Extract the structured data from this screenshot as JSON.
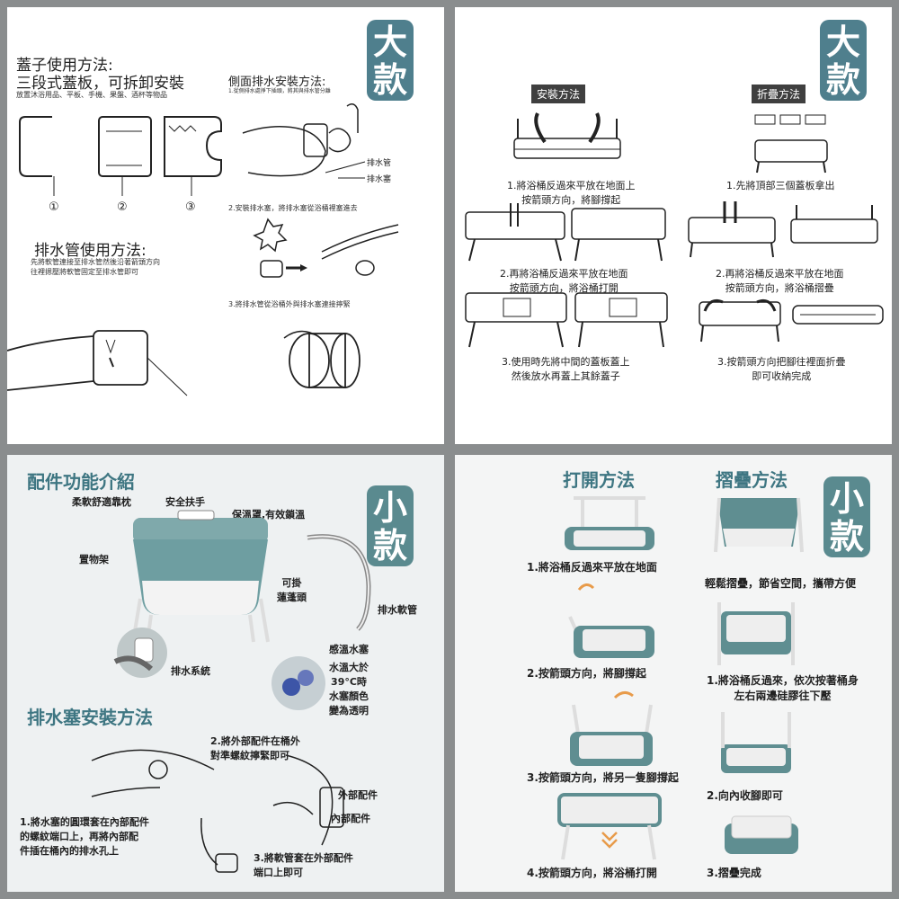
{
  "panel1": {
    "badge": "大\n款",
    "lid_title": "蓋子使用方法:",
    "lid_subtitle": "三段式蓋板，可拆卸安裝",
    "lid_note": "放置沐浴用品、平板、手機、果盤、酒杯等物品",
    "lid_nums": [
      "①",
      "②",
      "③"
    ],
    "drain_title": "側面排水安裝方法:",
    "drain_note": "1.從側排水處掙下插頭，將其與排水管分離",
    "pipe_label": "排水管",
    "plug_label": "排水塞",
    "step2": "2.安裝排水塞，將排水塞從浴桶裡塞進去",
    "step3": "3.將排水管從浴桶外與排水塞連接擰緊",
    "hose_title": "排水管使用方法:",
    "hose_note": "先將軟管連接至排水管然後沿著箭頭方向\n往裡摁壓將軟管固定至排水管即可"
  },
  "panel2": {
    "badge": "大\n款",
    "install_tag": "安裝方法",
    "fold_tag": "折疊方法",
    "install_steps": [
      "1.將浴桶反過來平放在地面上\n按箭頭方向，將腳撐起",
      "2.再將浴桶反過來平放在地面\n按箭頭方向，將浴桶打開",
      "3.使用時先將中間的蓋板蓋上\n然後放水再蓋上其餘蓋子"
    ],
    "fold_steps": [
      "1.先將頂部三個蓋板拿出",
      "2.再將浴桶反過來平放在地面\n按箭頭方向，將浴桶摺疊",
      "3.按箭頭方向把腳往裡面折疊\n即可收納完成"
    ]
  },
  "panel3": {
    "badge": "小\n款",
    "title": "配件功能介紹",
    "labels": {
      "pillow": "柔軟舒適靠枕",
      "handle": "安全扶手",
      "cover": "保溫罩,有效鎖溫",
      "rack": "置物架",
      "shower": "可掛\n蓮蓬頭",
      "hose": "排水軟管",
      "drain_system": "排水系統",
      "thermo": "感溫水塞",
      "thermo_note": "水溫大於\n39°C時\n水塞顏色\n變為透明"
    },
    "plug_title": "排水塞安裝方法",
    "plug_steps": [
      "1.將水塞的圓環套在內部配件\n的螺紋端口上，再將內部配\n件插在桶內的排水孔上",
      "2.將外部配件在桶外\n對準螺紋擰緊即可",
      "3.將軟管套在外部配件\n端口上即可"
    ],
    "outer_part": "外部配件",
    "inner_part": "內部配件"
  },
  "panel4": {
    "badge": "小\n款",
    "open_title": "打開方法",
    "fold_title": "摺疊方法",
    "open_steps": [
      "1.將浴桶反過來平放在地面",
      "2.按箭頭方向，將腳撐起",
      "3.按箭頭方向，將另一隻腳撐起",
      "4.按箭頭方向，將浴桶打開"
    ],
    "fold_note": "輕鬆摺疊，節省空間，攜帶方便",
    "fold_steps": [
      "1.將浴桶反過來，依次按著桶身\n左右兩邊硅膠往下壓",
      "2.向內收腳即可",
      "3.摺疊完成"
    ]
  },
  "colors": {
    "teal": "#5a8a8f",
    "teal_dark": "#4f7f8d",
    "title_teal": "#3e7682",
    "tag_bg": "#3f3f3f"
  }
}
